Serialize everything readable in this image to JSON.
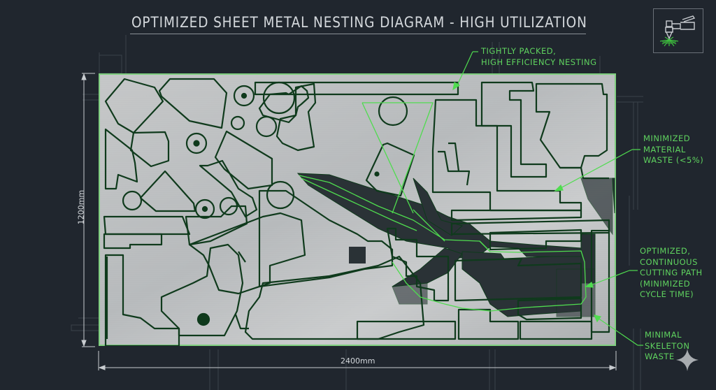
{
  "title": "OPTIMIZED SHEET METAL NESTING DIAGRAM - HIGH UTILIZATION",
  "logo": {
    "icon": "laser-cutter-torch-icon"
  },
  "dimensions": {
    "height_label": "1200mm",
    "width_label": "2400mm"
  },
  "callouts": {
    "packed": [
      "TIGHTLY PACKED,",
      "HIGH EFFICIENCY NESTING"
    ],
    "waste": [
      "MINIMIZED",
      "MATERIAL",
      "WASTE (<5%)"
    ],
    "path": [
      "OPTIMIZED,",
      "CONTINUOUS",
      "CUTTING PATH",
      "(MINIMIZED",
      "CYCLE TIME)"
    ],
    "skeleton": [
      "MINIMAL",
      "SKELETON",
      "WASTE"
    ]
  },
  "colors": {
    "background": "#20262e",
    "sheet_metal": "#b9bcbe",
    "cut_line": "#0f3a1c",
    "accent_green": "#5fd35f",
    "skeleton_gap": "#2a3236"
  }
}
